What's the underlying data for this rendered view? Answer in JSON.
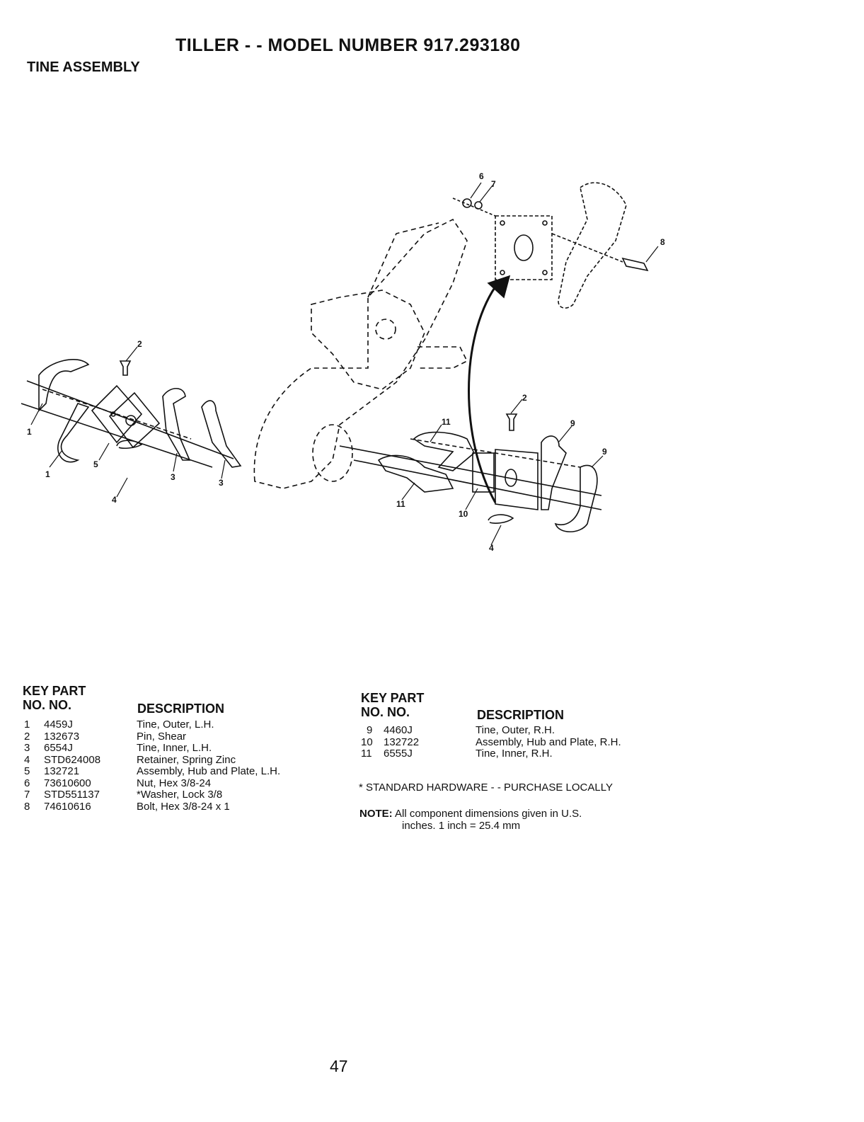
{
  "header": {
    "title": "TILLER - - MODEL NUMBER 917.293180",
    "section": "TINE ASSEMBLY"
  },
  "diagram": {
    "callouts": [
      "6",
      "7",
      "8",
      "2",
      "2",
      "9",
      "9",
      "11",
      "11",
      "10",
      "1",
      "1",
      "5",
      "3",
      "3",
      "4",
      "4"
    ]
  },
  "parts_left": {
    "header_key_part": "KEY PART",
    "header_no_no": "NO.  NO.",
    "header_description": "DESCRIPTION",
    "rows": [
      {
        "key": "1",
        "part": "4459J",
        "desc": "Tine, Outer, L.H."
      },
      {
        "key": "2",
        "part": "132673",
        "desc": "Pin, Shear"
      },
      {
        "key": "3",
        "part": "6554J",
        "desc": "Tine,  Inner, L.H."
      },
      {
        "key": "4",
        "part": "STD624008",
        "desc": "Retainer, Spring Zinc"
      },
      {
        "key": "5",
        "part": "132721",
        "desc": "Assembly, Hub and Plate,  L.H."
      },
      {
        "key": "6",
        "part": "73610600",
        "desc": "Nut, Hex  3/8-24"
      },
      {
        "key": "7",
        "part": "STD551137",
        "desc": "*Washer, Lock 3/8"
      },
      {
        "key": "8",
        "part": "74610616",
        "desc": "Bolt, Hex  3/8-24 x 1"
      }
    ]
  },
  "parts_right": {
    "header_key_part": "KEY PART",
    "header_no_no": "NO.  NO.",
    "header_description": "DESCRIPTION",
    "rows": [
      {
        "key": "9",
        "part": "4460J",
        "desc": "Tine, Outer, R.H."
      },
      {
        "key": "10",
        "part": "132722",
        "desc": "Assembly, Hub and Plate,  R.H."
      },
      {
        "key": "11",
        "part": "6555J",
        "desc": "Tine, Inner, R.H."
      }
    ]
  },
  "footnote": {
    "standard": "* STANDARD HARDWARE - - PURCHASE LOCALLY",
    "note_label": "NOTE:",
    "note_line1": "All component dimensions given in U.S.",
    "note_line2": "inches. 1 inch = 25.4 mm"
  },
  "page_number": "47"
}
